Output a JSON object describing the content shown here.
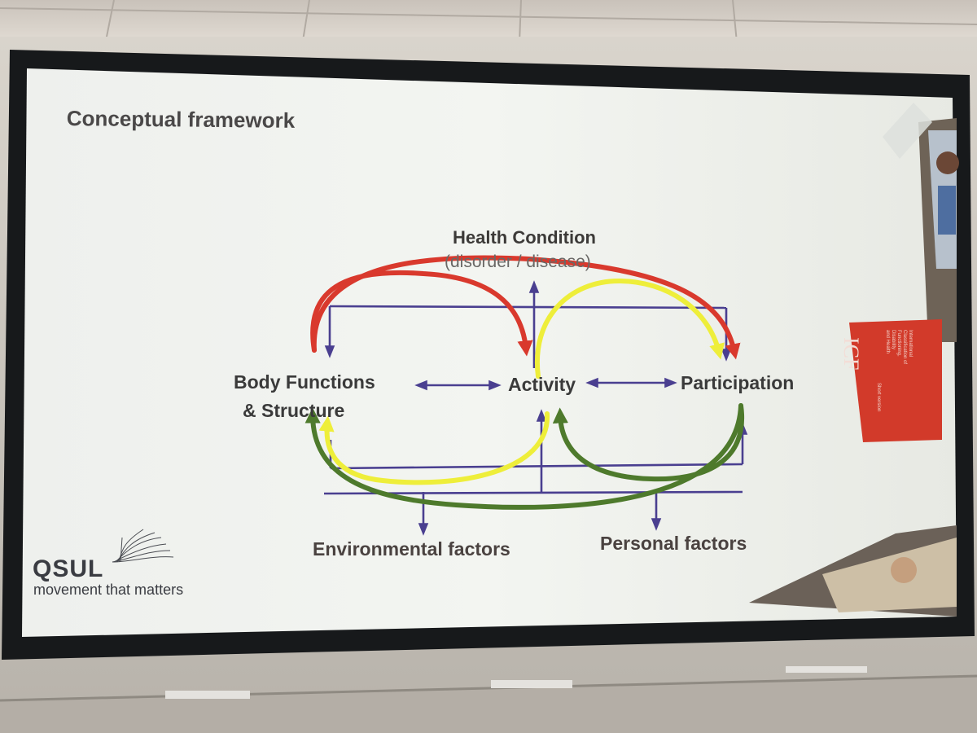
{
  "slide": {
    "title": "Conceptual framework"
  },
  "diagram": {
    "health_condition": "Health Condition",
    "health_condition_sub": "(disorder / disease)",
    "body_functions_line1": "Body Functions",
    "body_functions_line2": "& Structure",
    "activity": "Activity",
    "participation": "Participation",
    "environmental_factors": "Environmental factors",
    "personal_factors": "Personal factors"
  },
  "logo": {
    "brand": "QSUL",
    "tagline": "movement that matters"
  },
  "icf_book": {
    "abbr": "ICF",
    "title_lines": [
      "International",
      "Classification of",
      "Functioning,",
      "Disability",
      "and Health"
    ],
    "edition": "Short version"
  },
  "colors": {
    "red_arrow": "#d9392d",
    "yellow_arrow": "#eeee3a",
    "green_arrow": "#4e7a2c",
    "purple_lines": "#4a3f90",
    "icf_red": "#d23a2a"
  }
}
